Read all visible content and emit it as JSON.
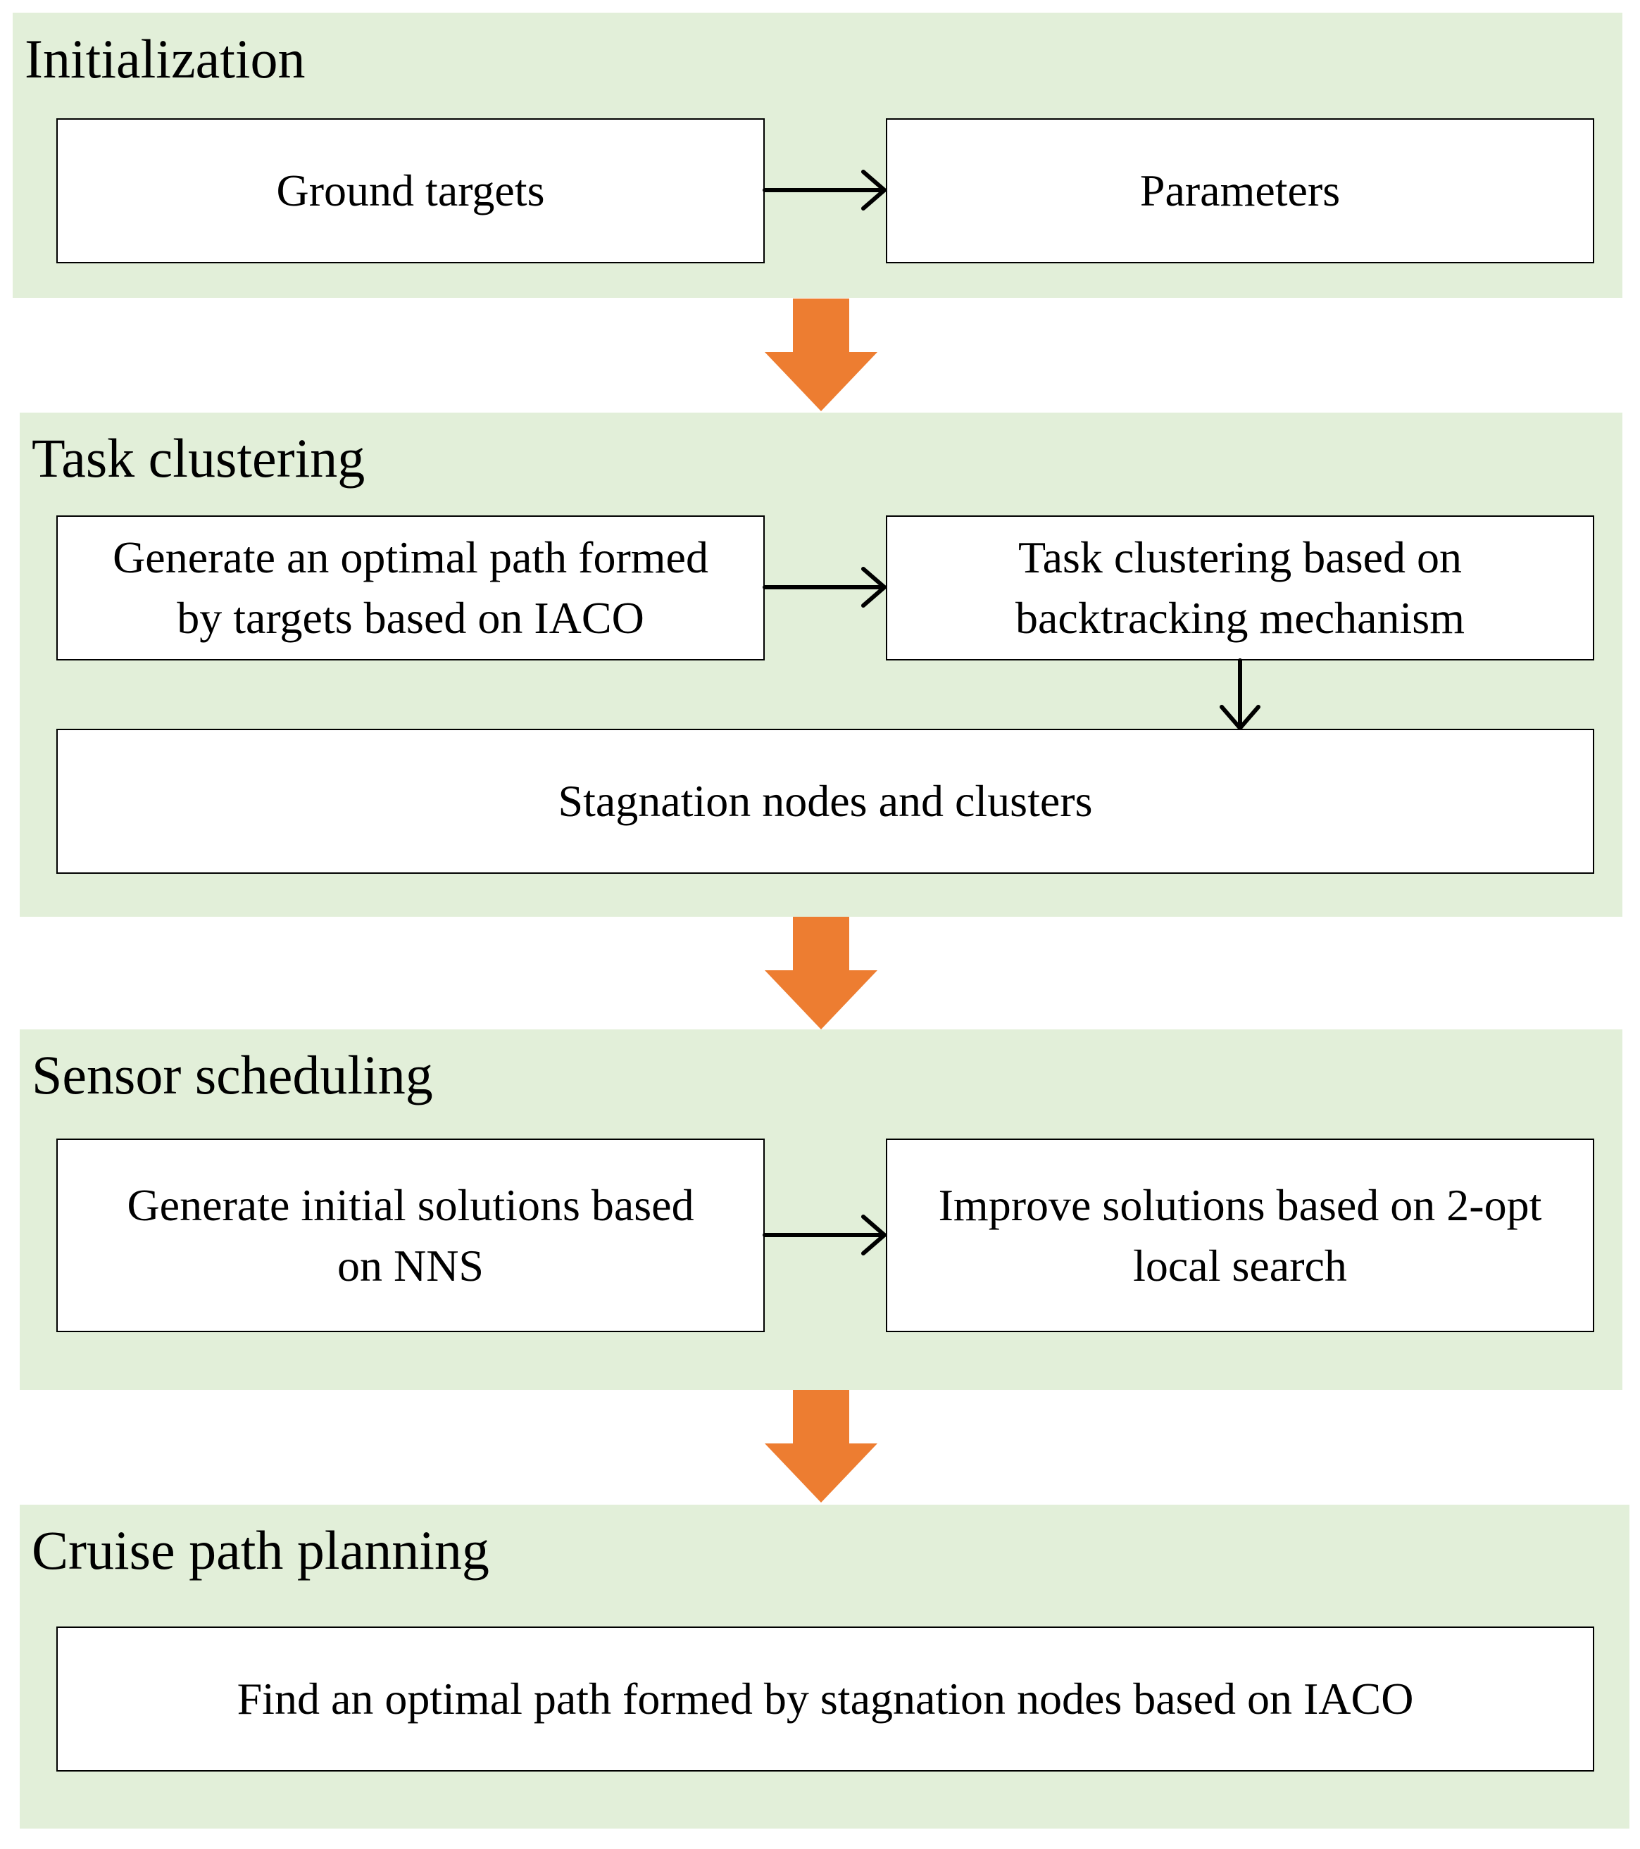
{
  "stages": {
    "initialization": {
      "title": "Initialization",
      "boxes": [
        "Ground targets",
        "Parameters"
      ]
    },
    "task_clustering": {
      "title": "Task clustering",
      "boxes": [
        [
          "Generate an optimal path formed",
          "by targets based on IACO"
        ],
        [
          "Task clustering based on",
          "backtracking mechanism"
        ],
        [
          "Stagnation nodes and clusters"
        ]
      ]
    },
    "sensor_scheduling": {
      "title": "Sensor scheduling",
      "boxes": [
        [
          "Generate initial solutions based",
          "on NNS"
        ],
        [
          "Improve solutions based on 2-opt",
          "local search"
        ]
      ]
    },
    "cruise_path_planning": {
      "title": "Cruise path planning",
      "boxes": [
        "Find an optimal path formed by stagnation nodes based on IACO"
      ]
    }
  },
  "colors": {
    "panel_fill": "#e2efd9",
    "stage_arrow": "#ed7d31",
    "box_border": "#000000"
  }
}
